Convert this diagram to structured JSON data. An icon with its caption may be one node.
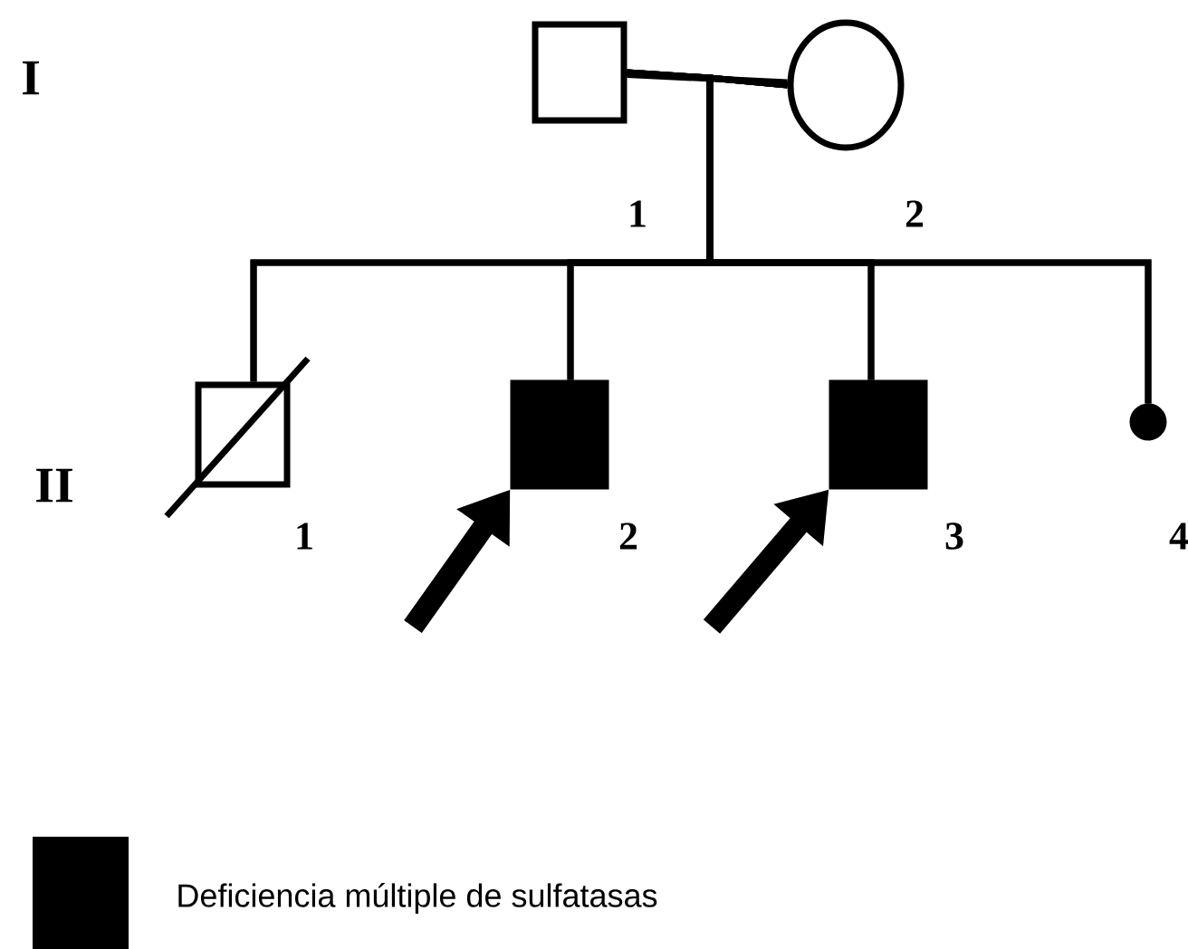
{
  "diagram": {
    "nodes": [
      {
        "text": [],
        "shape": "box",
        "beside": [
          "1"
        ]
      },
      {
        "text": [],
        "shape": "circle",
        "beside": [
          "2"
        ]
      },
      {
        "text": [],
        "shape": "box",
        "beside": [
          "1"
        ]
      },
      {
        "text": [],
        "shape": "box",
        "beside": [
          "2"
        ]
      },
      {
        "text": [],
        "shape": "box",
        "beside": [
          "3"
        ]
      },
      {
        "text": [],
        "shape": "circle",
        "beside": [
          "4"
        ]
      }
    ],
    "edges": [
      {
        "from": 0,
        "to": 1,
        "arrow": "none"
      },
      {
        "from": 0,
        "to": 2,
        "arrow": "none"
      },
      {
        "from": 0,
        "to": 3,
        "arrow": "none"
      },
      {
        "from": 0,
        "to": 4,
        "arrow": "none"
      },
      {
        "from": 0,
        "to": 5,
        "arrow": "none"
      },
      {
        "from": 1,
        "to": 2,
        "arrow": "none"
      },
      {
        "from": 1,
        "to": 3,
        "arrow": "none"
      },
      {
        "from": 1,
        "to": 4,
        "arrow": "none"
      },
      {
        "from": 1,
        "to": 5,
        "arrow": "none"
      },
      {
        "from": null,
        "to": 3,
        "arrow": "to",
        "style": "thick"
      },
      {
        "from": null,
        "to": 4,
        "arrow": "to",
        "style": "thick"
      }
    ],
    "labels": [
      "I",
      "II"
    ],
    "legend": [
      {
        "text": "Deficiencia múltiple de sulfatasas",
        "color": "#000000"
      }
    ]
  }
}
